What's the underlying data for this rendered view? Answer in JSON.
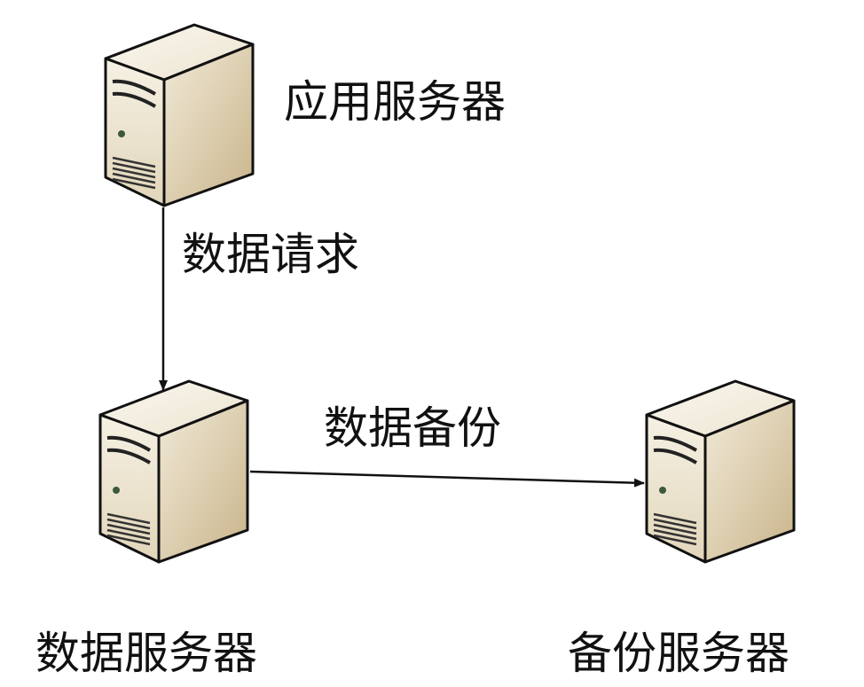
{
  "nodes": {
    "app_server": "应用服务器",
    "data_server": "数据服务器",
    "backup_server": "备份服务器"
  },
  "edges": {
    "data_request": "数据请求",
    "data_backup": "数据备份"
  },
  "colors": {
    "server_light": "#f4efe2",
    "server_dark": "#cdbb95",
    "line": "#111111"
  }
}
